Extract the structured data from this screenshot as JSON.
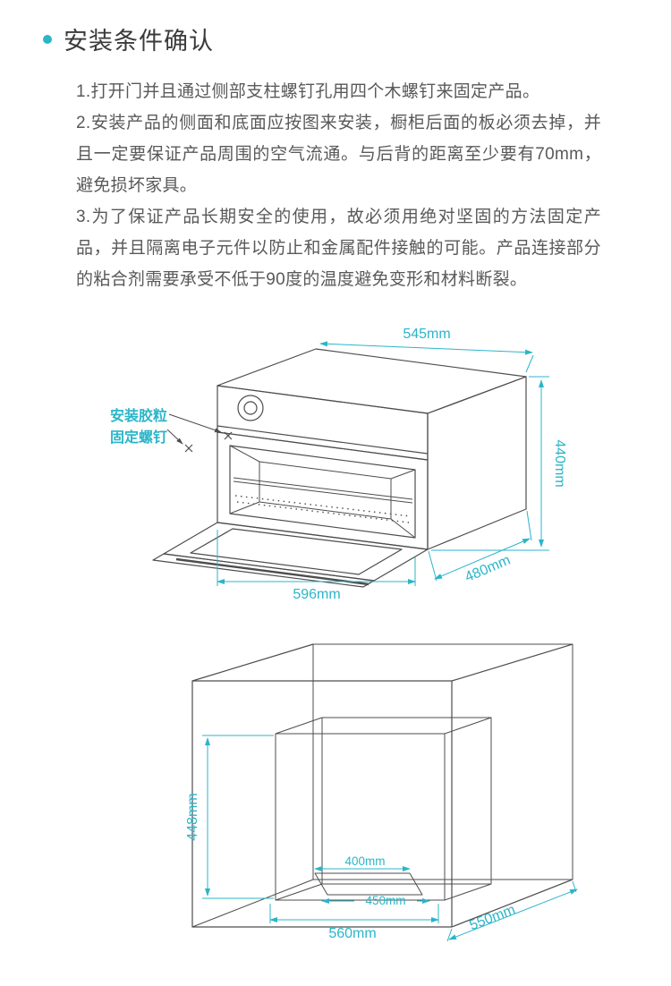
{
  "colors": {
    "accent": "#2bb5c9",
    "body_text": "#595959",
    "title_text": "#3a3a3a",
    "drawing_line": "#4d4d4d"
  },
  "section": {
    "title": "安装条件确认"
  },
  "instructions": [
    "1.打开门并且通过侧部支柱螺钉孔用四个木螺钉来固定产品。",
    "2.安装产品的侧面和底面应按图来安装，橱柜后面的板必须去掉，并且一定要保证产品周围的空气流通。与后背的距离至少要有70mm，避免损坏家具。",
    "3.为了保证产品长期安全的使用，故必须用绝对坚固的方法固定产品，并且隔离电子元件以防止和金属配件接触的可能。产品连接部分的粘合剂需要承受不低于90度的温度避免变形和材料断裂。"
  ],
  "oven_diagram": {
    "annotation": {
      "line1": "安装胶粒",
      "line2": "固定螺钉"
    },
    "dims": {
      "top_width": "545mm",
      "right_height": "440mm",
      "right_depth": "480mm",
      "bottom_width": "596mm"
    }
  },
  "cabinet_diagram": {
    "dims": {
      "left_height": "448mm",
      "vent_width": "400mm",
      "vent_depth": "450mm",
      "bottom_width": "560mm",
      "right_depth": "550mm"
    }
  }
}
